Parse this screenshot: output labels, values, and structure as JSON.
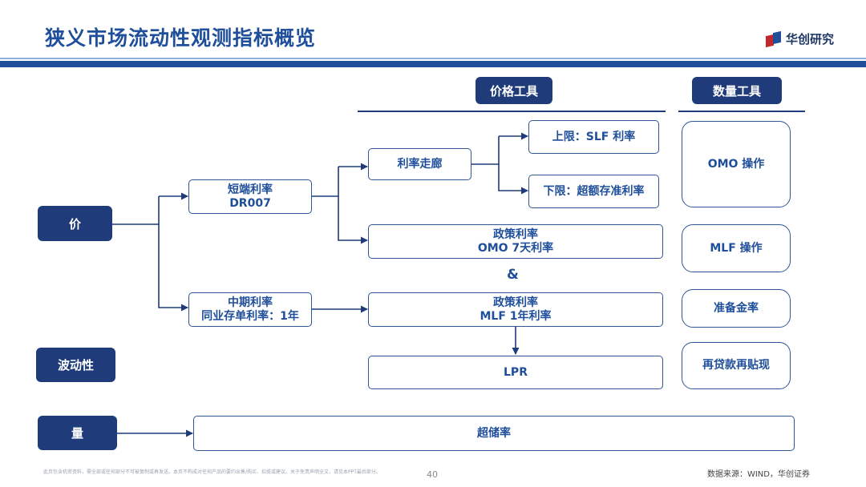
{
  "header": {
    "title": "狭义市场流动性观测指标概览",
    "logo_text": "华创研究"
  },
  "columns": {
    "price_tools": "价格工具",
    "quantity_tools": "数量工具"
  },
  "left_categories": {
    "price": "价",
    "volatility": "波动性",
    "quantity": "量"
  },
  "rates": {
    "short_term": {
      "line1": "短端利率",
      "line2": "DR007"
    },
    "mid_term": {
      "line1": "中期利率",
      "line2": "同业存单利率：1年"
    },
    "corridor": "利率走廊",
    "upper": "上限：SLF 利率",
    "lower": "下限：超额存准利率",
    "policy_omo": {
      "line1": "政策利率",
      "line2": "OMO 7天利率"
    },
    "amp": "&",
    "policy_mlf": {
      "line1": "政策利率",
      "line2": "MLF 1年利率"
    },
    "lpr": "LPR",
    "excess_reserve": "超储率"
  },
  "quantity_items": {
    "omo": "OMO 操作",
    "mlf": "MLF 操作",
    "rrr": "准备金率",
    "relending": "再贷款再贴现"
  },
  "footer": {
    "disclaimer": "此页包含机密资料，需全部或任何部分不可被复制或再发送。本页不构成对任何产品的要约出售/购买、招揽或建议。关于免责声明全文，请见本PPT最后部分。",
    "page_number": "40",
    "source": "数据来源：WIND，华创证券"
  },
  "colors": {
    "navy": "#1f3b7a",
    "brand_blue": "#1f4e9a",
    "logo_red": "#c0282d"
  }
}
